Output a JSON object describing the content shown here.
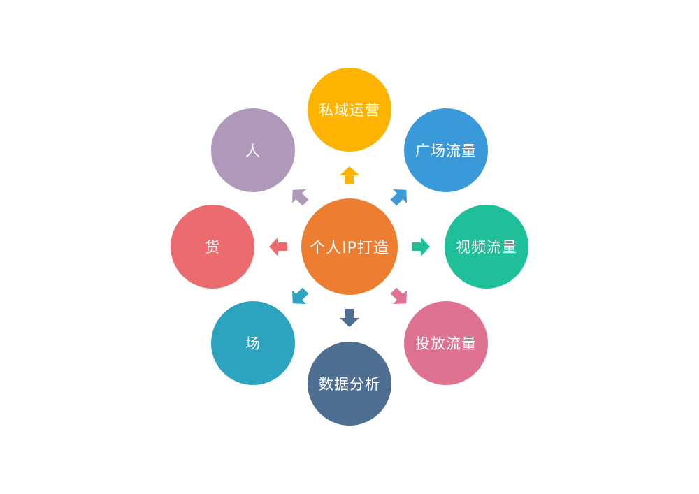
{
  "center": {
    "label": "个人IP打造",
    "color": "#ED7D31"
  },
  "nodes": [
    {
      "id": "siyu",
      "label": "私域运营",
      "color": "#FDB300",
      "direction": "up"
    },
    {
      "id": "guangchang",
      "label": "广场流量",
      "color": "#3A9AD9",
      "direction": "up-right"
    },
    {
      "id": "shipin",
      "label": "视频流量",
      "color": "#1FBF9A",
      "direction": "right"
    },
    {
      "id": "toufang",
      "label": "投放流量",
      "color": "#E07291",
      "direction": "down-right"
    },
    {
      "id": "shuju",
      "label": "数据分析",
      "color": "#4E6E92",
      "direction": "down"
    },
    {
      "id": "chang",
      "label": "场",
      "color": "#2CA3BF",
      "direction": "down-left"
    },
    {
      "id": "huo",
      "label": "货",
      "color": "#EC6B6F",
      "direction": "left"
    },
    {
      "id": "ren",
      "label": "人",
      "color": "#AF98BA",
      "direction": "up-left"
    }
  ]
}
